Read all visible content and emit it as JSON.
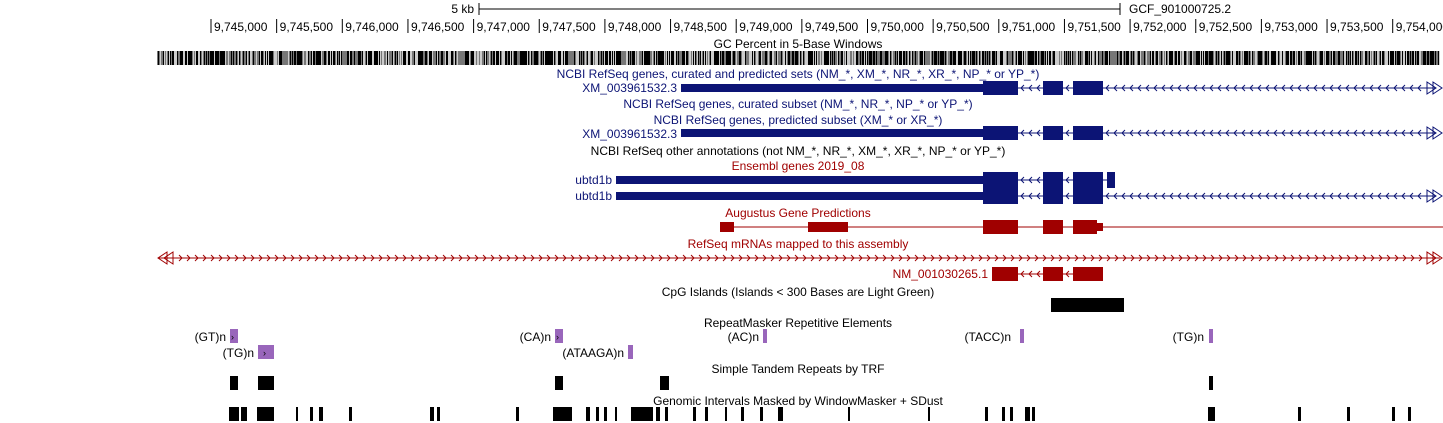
{
  "ruler": {
    "scale_label": "5 kb",
    "assembly_label": "GCF_901000725.2",
    "ticks": [
      "9,745,000",
      "9,745,500",
      "9,746,000",
      "9,746,500",
      "9,747,000",
      "9,747,500",
      "9,748,000",
      "9,748,500",
      "9,749,000",
      "9,749,500",
      "9,750,000",
      "9,750,500",
      "9,751,000",
      "9,751,500",
      "9,752,000",
      "9,752,500",
      "9,753,000",
      "9,753,500",
      "9,754,000"
    ]
  },
  "colors": {
    "refseq_blue": "#0c1475",
    "ensembl_red": "#a00000",
    "repeat_purple": "#9966bb",
    "black": "#000000"
  },
  "tracks": {
    "gc_percent": {
      "title": "GC Percent in 5-Base Windows"
    },
    "refseq_all": {
      "title": "NCBI RefSeq genes, curated and predicted sets (NM_*, XM_*, NR_*, XR_*, NP_* or YP_*)",
      "item_label": "XM_003961532.3"
    },
    "refseq_curated": {
      "title": "NCBI RefSeq genes, curated subset (NM_*, NR_*, NP_* or YP_*)"
    },
    "refseq_predicted": {
      "title": "NCBI RefSeq genes, predicted subset (XM_* or XR_*)",
      "item_label": "XM_003961532.3"
    },
    "refseq_other": {
      "title": "NCBI RefSeq other annotations (not NM_*, NR_*, XM_*, XR_*, NP_* or YP_*)"
    },
    "ensembl": {
      "title": "Ensembl genes 2019_08",
      "item_label_1": "ubtd1b",
      "item_label_2": "ubtd1b"
    },
    "augustus": {
      "title": "Augustus Gene Predictions"
    },
    "refseq_mrna": {
      "title": "RefSeq mRNAs mapped to this assembly",
      "item_label": "NM_001030265.1"
    },
    "cpg": {
      "title": "CpG Islands (Islands < 300 Bases are Light Green)"
    },
    "repeatmasker": {
      "title": "RepeatMasker Repetitive Elements",
      "labels": [
        "(GT)n",
        "(TG)n",
        "(CA)n",
        "(ATAAGA)n",
        "(AC)n",
        "(TACC)n",
        "(TG)n"
      ]
    },
    "trf": {
      "title": "Simple Tandem Repeats by TRF"
    },
    "windowmasker": {
      "title": "Genomic Intervals Masked by WindowMasker + SDust"
    }
  }
}
